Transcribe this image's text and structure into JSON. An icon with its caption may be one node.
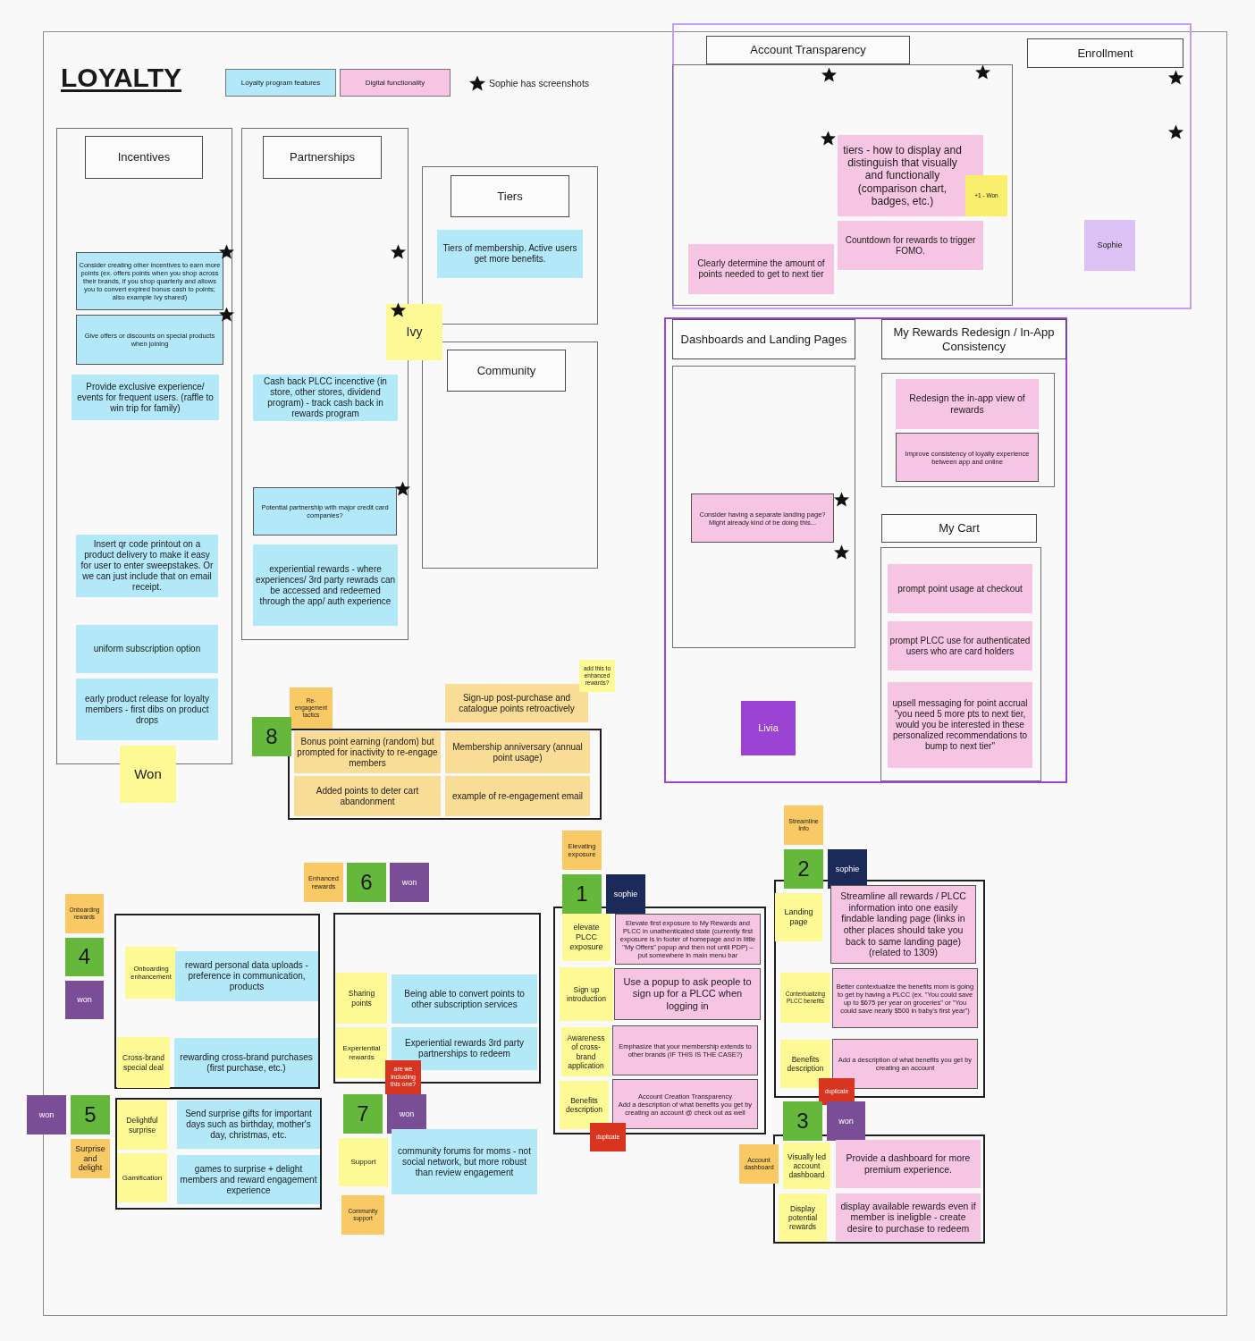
{
  "diagram": {
    "title": "LOYALTY",
    "nodes": [
      {
        "text": [],
        "shape": "box"
      },
      {
        "text": [
          "Incentives"
        ],
        "in": 0
      },
      {
        "text": [
          "Consider creating other incentives to earn more points (ex. offers points when you shop across their brands, if you shop quarterly and allows you to convert expired bonus cash to points; also example Ivy shared)"
        ],
        "in": 0
      },
      {
        "text": [
          "Give offers or discounts on special products when joining"
        ],
        "in": 0
      },
      {
        "text": [
          "Provide exclusive experience/ events for frequent users. (raffle to win trip for family)"
        ],
        "in": 0
      },
      {
        "text": [
          "Insert qr code printout on a product delivery to make it easy for user to enter sweepstakes. Or we can just include that on email receipt."
        ],
        "in": 0
      },
      {
        "text": [
          "uniform subscription option"
        ],
        "in": 0
      },
      {
        "text": [
          "early product release for loyalty members - first dibs on product drops"
        ],
        "in": 0
      },
      {
        "text": [
          "Won"
        ]
      },
      {
        "text": [],
        "shape": "box"
      },
      {
        "text": [
          "Partnerships"
        ],
        "in": 9
      },
      {
        "text": [
          "Cash back PLCC incenctive (in store, other stores, dividend program) - track cash back in rewards program"
        ],
        "in": 9
      },
      {
        "text": [
          "Potential partnership with major credit card companies?"
        ],
        "in": 9
      },
      {
        "text": [
          "experiential rewards - where experiences/ 3rd party rewrads can be accessed and redeemed through the app/ auth experience"
        ],
        "in": 9
      },
      {
        "text": [],
        "shape": "box"
      },
      {
        "text": [
          "Tiers"
        ],
        "in": 14
      },
      {
        "text": [
          "Tiers of membership. Active users get more benefits."
        ],
        "in": 14
      },
      {
        "text": [
          "Ivy"
        ]
      },
      {
        "text": [],
        "shape": "box"
      },
      {
        "text": [
          "Community"
        ],
        "in": 18
      },
      {
        "text": [
          "Re-engagement tactics"
        ]
      },
      {
        "text": [
          "8"
        ]
      },
      {
        "text": [],
        "shape": "box"
      },
      {
        "text": [
          "Bonus point earning (random) but prompted for inactivity to re-engage members"
        ],
        "in": 22
      },
      {
        "text": [
          "Membership anniversary (annual point usage)"
        ],
        "in": 22
      },
      {
        "text": [
          "Added points to deter cart abandonment"
        ],
        "in": 22
      },
      {
        "text": [
          "example of re-engagement email"
        ],
        "in": 22
      },
      {
        "text": [
          "Sign-up post-purchase and catalogue points retroactively"
        ]
      },
      {
        "text": [
          "add this to enhanced rewards?"
        ]
      },
      {
        "text": [],
        "shape": "box"
      },
      {
        "text": [
          "Account Transparency"
        ],
        "in": 29
      },
      {
        "text": [],
        "shape": "box",
        "in": 29
      },
      {
        "text": [
          "tiers - how to display and distinguish that visually and functionally (comparison chart, badges, etc.)"
        ],
        "in": 31
      },
      {
        "text": [
          "+1 - Won"
        ],
        "in": 31
      },
      {
        "text": [
          "Countdown for rewards to trigger FOMO."
        ],
        "in": 31
      },
      {
        "text": [
          "Clearly determine the amount of points needed to get to next tier"
        ],
        "in": 31
      },
      {
        "text": [
          "Enrollment"
        ],
        "in": 29
      },
      {
        "text": [
          "Sophie"
        ],
        "in": 29
      },
      {
        "text": [],
        "shape": "box"
      },
      {
        "text": [
          "Dashboards and Landing Pages"
        ],
        "in": 38
      },
      {
        "text": [],
        "shape": "box",
        "in": 38
      },
      {
        "text": [
          "Consider having a separate landing page? Might already kind of be doing this..."
        ],
        "in": 40
      },
      {
        "text": [
          "Livia"
        ],
        "in": 38
      },
      {
        "text": [
          "My Rewards Redesign / In-App Consistency"
        ],
        "in": 38
      },
      {
        "text": [],
        "shape": "box",
        "in": 38
      },
      {
        "text": [
          "Redesign the in-app view of rewards"
        ],
        "in": 44
      },
      {
        "text": [
          "Improve consistency of loyalty experience between app and online"
        ],
        "in": 44
      },
      {
        "text": [
          "My Cart"
        ],
        "in": 38
      },
      {
        "text": [],
        "shape": "box",
        "in": 38
      },
      {
        "text": [
          "prompt point usage at checkout"
        ],
        "in": 48
      },
      {
        "text": [
          "prompt PLCC use for authenticated users who are card holders"
        ],
        "in": 48
      },
      {
        "text": [
          "upsell messaging for point accrual \"you need 5 more pts to next tier, would you be interested in these personalized recommendations to bump to next tier\""
        ],
        "in": 48
      },
      {
        "text": [
          "Enhanced rewards"
        ]
      },
      {
        "text": [
          "6"
        ]
      },
      {
        "text": [
          "won"
        ]
      },
      {
        "text": [
          "Onboarding rewards"
        ]
      },
      {
        "text": [
          "4"
        ]
      },
      {
        "text": [
          "won"
        ]
      },
      {
        "text": [],
        "shape": "box"
      },
      {
        "text": [
          "Onboarding enhancement"
        ],
        "in": 58
      },
      {
        "text": [
          "reward personal data uploads - preference in communication, products"
        ],
        "in": 58
      },
      {
        "text": [
          "Cross-brand special deal"
        ],
        "in": 58
      },
      {
        "text": [
          "rewarding cross-brand purchases (first purchase, etc.)"
        ],
        "in": 58
      },
      {
        "text": [],
        "shape": "box"
      },
      {
        "text": [
          "Sharing points"
        ],
        "in": 63
      },
      {
        "text": [
          "Being able to convert points to other subscription services"
        ],
        "in": 63
      },
      {
        "text": [
          "Experiential rewards"
        ],
        "in": 63
      },
      {
        "text": [
          "Experiential rewards 3rd party partnerships to redeem"
        ],
        "in": 63
      },
      {
        "text": [
          "are we including this one?"
        ]
      },
      {
        "text": [
          "won"
        ]
      },
      {
        "text": [
          "5"
        ]
      },
      {
        "text": [
          "Surprise and delight"
        ]
      },
      {
        "text": [],
        "shape": "box"
      },
      {
        "text": [
          "Delightful surprise"
        ],
        "in": 72
      },
      {
        "text": [
          "Send surprise gifts for important days such as birthday, mother's day, christmas, etc."
        ],
        "in": 72
      },
      {
        "text": [
          "Gamification"
        ],
        "in": 72
      },
      {
        "text": [
          "games to surprise + delight members and reward engagement experience"
        ],
        "in": 72
      },
      {
        "text": [
          "7"
        ]
      },
      {
        "text": [
          "won"
        ]
      },
      {
        "text": [
          "Support"
        ]
      },
      {
        "text": [
          "community forums for moms - not social network, but more robust than review engagement"
        ]
      },
      {
        "text": [
          "Community support"
        ]
      },
      {
        "text": [
          "Elevating exposure"
        ]
      },
      {
        "text": [
          "1"
        ]
      },
      {
        "text": [
          "sophie"
        ]
      },
      {
        "text": [],
        "shape": "box"
      },
      {
        "text": [
          "elevate PLCC exposure"
        ],
        "in": 85
      },
      {
        "text": [
          "Elevate first exposure to My Rewards and PLCC in unathenticated state (currently first exposure is in footer of homepage and in little \"My Offers\" popup and then not until PDP) – put somewhere in main menu bar"
        ],
        "in": 85
      },
      {
        "text": [
          "Sign up introduction"
        ],
        "in": 85
      },
      {
        "text": [
          "Use a popup to ask people to sign up for a PLCC when logging in"
        ],
        "in": 85
      },
      {
        "text": [
          "Awareness of cross-brand application"
        ],
        "in": 85
      },
      {
        "text": [
          "Emphasize that your membership extends to other brands (IF THIS IS THE CASE?)"
        ],
        "in": 85
      },
      {
        "text": [
          "Benefits description"
        ],
        "in": 85
      },
      {
        "text": [
          "Account Creation Transparency",
          "Add a description of what benefits you get by creating an account @ check out as well"
        ],
        "in": 85
      },
      {
        "text": [
          "duplicate"
        ]
      },
      {
        "text": [
          "Streamline Info"
        ]
      },
      {
        "text": [
          "2"
        ]
      },
      {
        "text": [
          "sophie"
        ]
      },
      {
        "text": [],
        "shape": "box"
      },
      {
        "text": [
          "Landing page"
        ],
        "in": 98
      },
      {
        "text": [
          "Streamline all rewards / PLCC information into one easily findable landing page (links in other places should take you back to same landing page) (related to 1309)"
        ],
        "in": 98
      },
      {
        "text": [
          "Contextualizing PLCC benefits"
        ],
        "in": 98
      },
      {
        "text": [
          "Better contextualize the benefits mom is going to get by having a PLCC (ex. \"You could save up to $675 per year on groceries\" or \"You could save nearly $500 in baby's first year\")"
        ],
        "in": 98
      },
      {
        "text": [
          "Benefits description"
        ],
        "in": 98
      },
      {
        "text": [
          "Add a description of what benefits you get by creating an account"
        ],
        "in": 98
      },
      {
        "text": [
          "duplicate"
        ]
      },
      {
        "text": [
          "3"
        ]
      },
      {
        "text": [
          "won"
        ]
      },
      {
        "text": [
          "Account dashboard"
        ]
      },
      {
        "text": [],
        "shape": "box"
      },
      {
        "text": [
          "Visually led account dashboard"
        ],
        "in": 109
      },
      {
        "text": [
          "Provide a dashboard for more premium experience."
        ],
        "in": 109
      },
      {
        "text": [
          "Display potential rewards"
        ],
        "in": 109
      },
      {
        "text": [
          "display available rewards even if member is ineligble - create desire to purchase to redeem"
        ],
        "in": 109
      }
    ],
    "legend": [
      {
        "text": "Loyalty program features",
        "color": "#b2e8f8"
      },
      {
        "text": "Digital functionality",
        "color": "#f6c5e4"
      },
      {
        "text": "Sophie has screenshots"
      }
    ]
  }
}
